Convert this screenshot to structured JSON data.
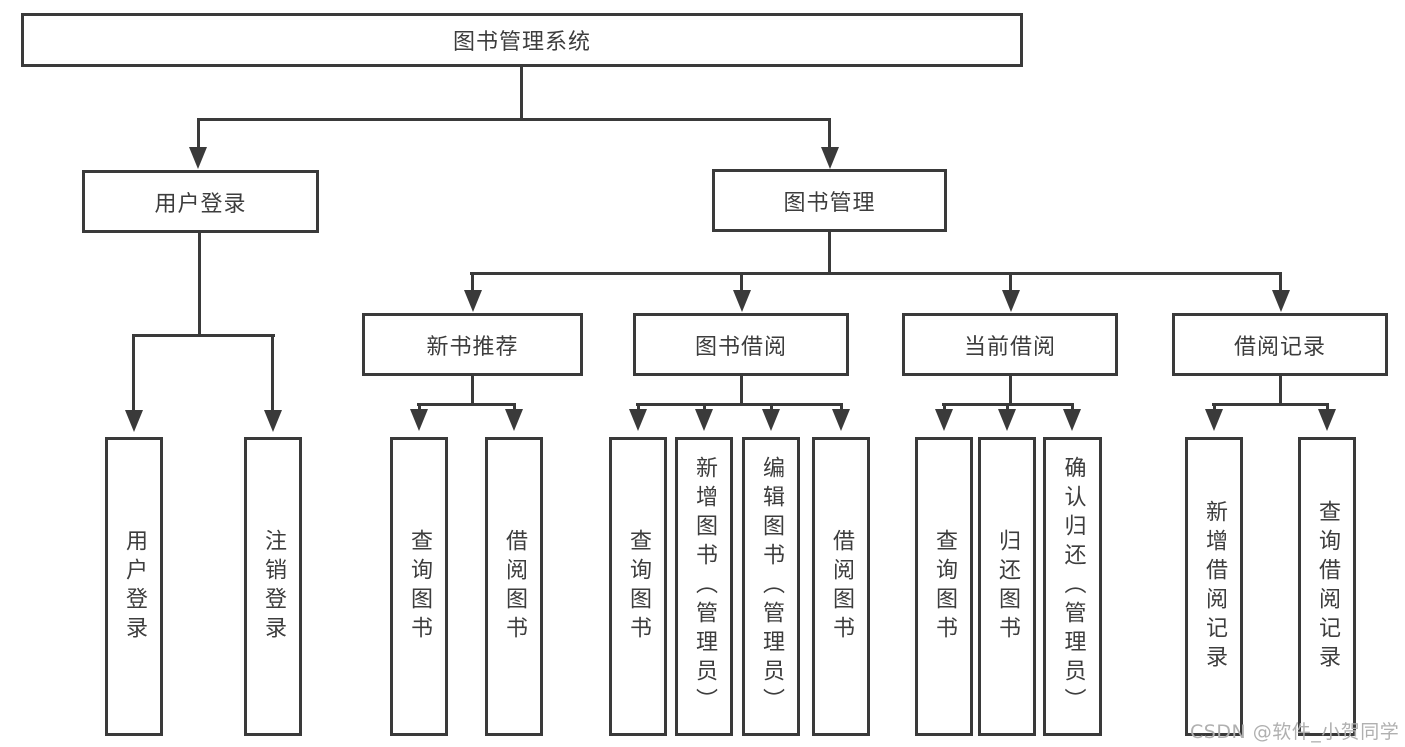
{
  "tree": {
    "root": "图书管理系统",
    "branches": [
      {
        "label": "用户登录",
        "leaves": [
          "用户登录",
          "注销登录"
        ]
      },
      {
        "label": "图书管理",
        "groups": [
          {
            "label": "新书推荐",
            "leaves": [
              "查询图书",
              "借阅图书"
            ]
          },
          {
            "label": "图书借阅",
            "leaves": [
              "查询图书",
              "新增图书（管理员）",
              "编辑图书（管理员）",
              "借阅图书"
            ]
          },
          {
            "label": "当前借阅",
            "leaves": [
              "查询图书",
              "归还图书",
              "确认归还（管理员）"
            ]
          },
          {
            "label": "借阅记录",
            "leaves": [
              "新增借阅记录",
              "查询借阅记录"
            ]
          }
        ]
      }
    ]
  },
  "watermark": {
    "text": "CSDN @软件_小贺同学"
  },
  "colors": {
    "line": "#3a3a3a",
    "text": "#3d3d3d",
    "watermark": "#b0b0b0",
    "background": "#ffffff"
  }
}
